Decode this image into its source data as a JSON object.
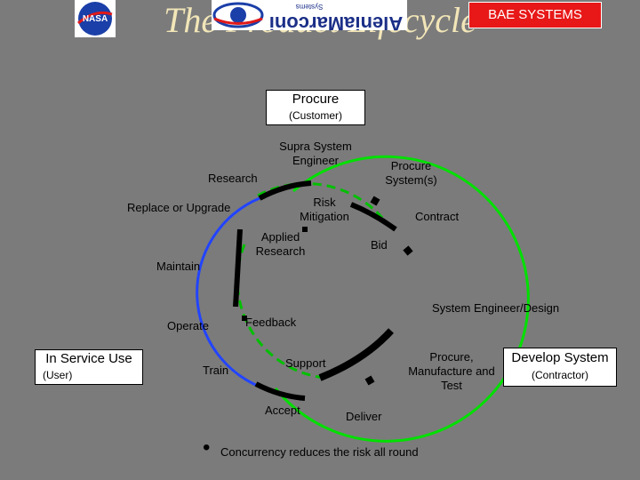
{
  "header": {
    "nasa_logo": "NASA",
    "alenia_logo": "AleniaMarconi",
    "alenia_sub": "Systems",
    "bae_logo": "BAE SYSTEMS"
  },
  "title": "The Product Lifecycle",
  "boxes": {
    "procure": {
      "title": "Procure",
      "sub": "(Customer)"
    },
    "in_service": {
      "title": "In Service Use",
      "sub": "(User)"
    },
    "develop": {
      "title": "Develop System",
      "sub": "(Contractor)"
    }
  },
  "stages": {
    "supra": "Supra System Engineer",
    "research": "Research",
    "procure_system": "Procure System(s)",
    "replace": "Replace or Upgrade",
    "risk": "Risk Mitigation",
    "contract": "Contract",
    "applied": "Applied Research",
    "bid": "Bid",
    "maintain": "Maintain",
    "sysdesign": "System Engineer/Design",
    "operate": "Operate",
    "feedback": "Feedback",
    "procure_mfg": "Procure, Manufacture and Test",
    "train": "Train",
    "support": "Support",
    "accept": "Accept",
    "deliver": "Deliver"
  },
  "bullet": {
    "marker": "•",
    "text": "Concurrency reduces the risk all round"
  },
  "colors": {
    "background": "#7b7b7b",
    "title": "#f2e6b8",
    "green_arc": "#00e000",
    "blue_arc": "#2244ff",
    "dashed_arc": "#00c000",
    "bae_red": "#e81818"
  }
}
